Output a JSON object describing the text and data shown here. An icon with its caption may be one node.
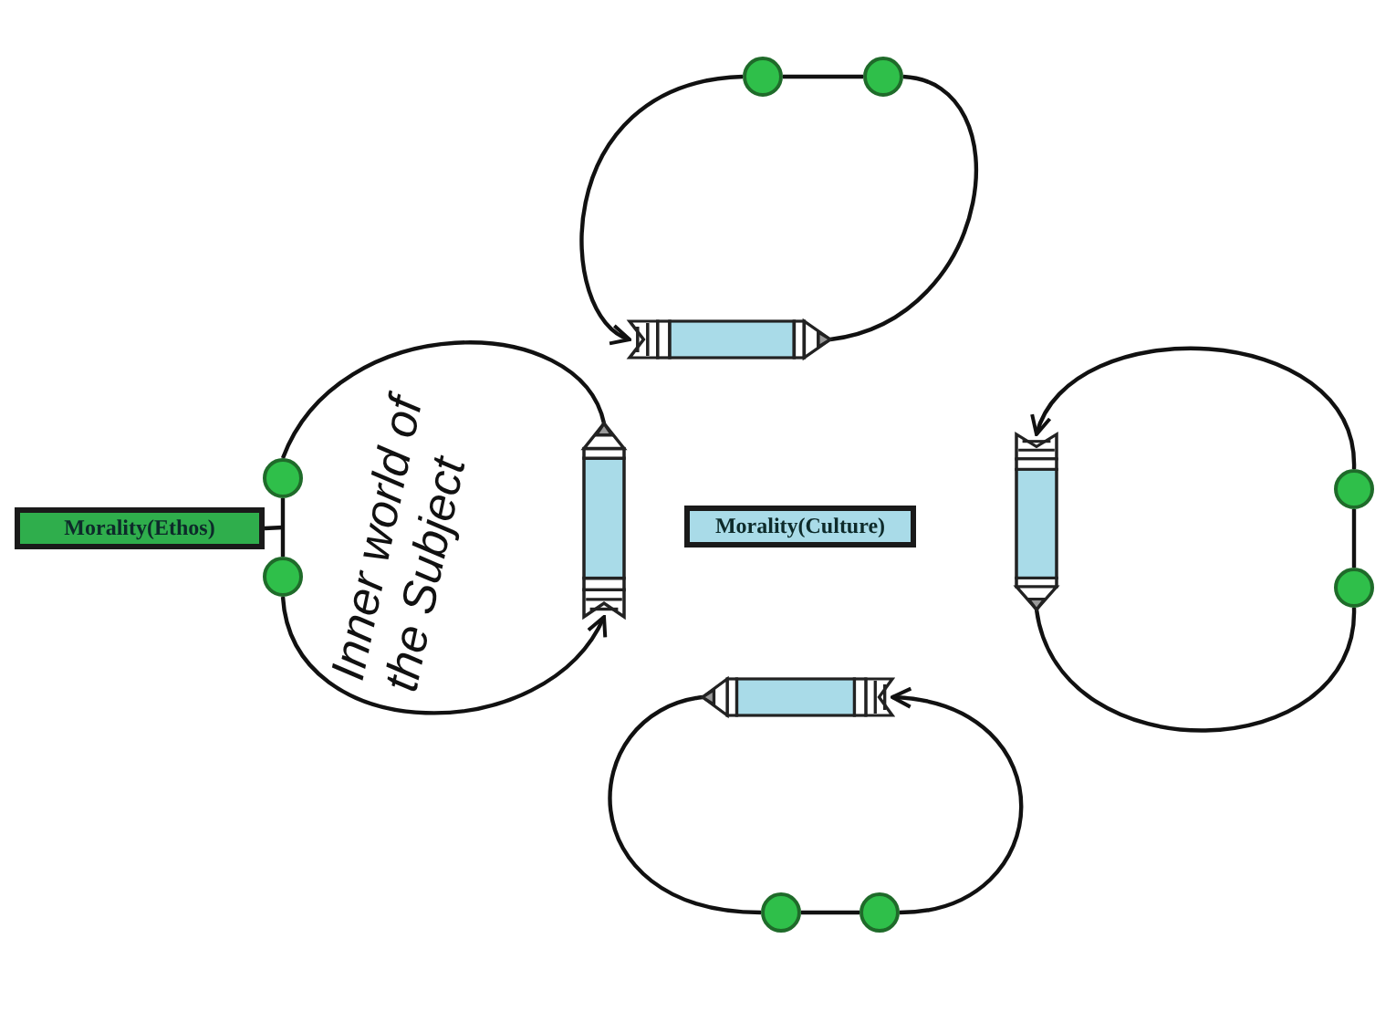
{
  "diagram": {
    "nodes": [
      {
        "text": [
          "Morality(Ethos)"
        ]
      },
      {
        "text": [
          "Morality(Culture)"
        ]
      },
      {
        "text": [],
        "shape": "pencil"
      },
      {
        "text": [],
        "shape": "circle"
      },
      {
        "text": [],
        "shape": "circle"
      },
      {
        "text": [],
        "shape": "pencil"
      },
      {
        "text": [],
        "shape": "circle"
      },
      {
        "text": [],
        "shape": "circle"
      },
      {
        "text": [],
        "shape": "pencil"
      },
      {
        "text": [],
        "shape": "circle"
      },
      {
        "text": [],
        "shape": "circle"
      },
      {
        "text": [],
        "shape": "pencil"
      },
      {
        "text": [],
        "shape": "circle"
      },
      {
        "text": [],
        "shape": "circle"
      }
    ],
    "edges": [
      {
        "from": 2,
        "to": 4,
        "arrow": "none"
      },
      {
        "from": 4,
        "to": 3,
        "arrow": "none"
      },
      {
        "from": 3,
        "to": 2,
        "arrow": "to"
      },
      {
        "from": 5,
        "to": 6,
        "arrow": "none"
      },
      {
        "from": 6,
        "to": 7,
        "arrow": "none"
      },
      {
        "from": 7,
        "to": 5,
        "arrow": "to"
      },
      {
        "from": 8,
        "to": 10,
        "arrow": "none"
      },
      {
        "from": 10,
        "to": 9,
        "arrow": "none"
      },
      {
        "from": 9,
        "to": 8,
        "arrow": "to"
      },
      {
        "from": 11,
        "to": 12,
        "arrow": "none"
      },
      {
        "from": 12,
        "to": 13,
        "arrow": "none"
      },
      {
        "from": 13,
        "to": 11,
        "arrow": "to"
      },
      {
        "from": 0,
        "to": null,
        "arrow": "none"
      }
    ],
    "labels": [
      "Inner world of the Subject"
    ]
  }
}
